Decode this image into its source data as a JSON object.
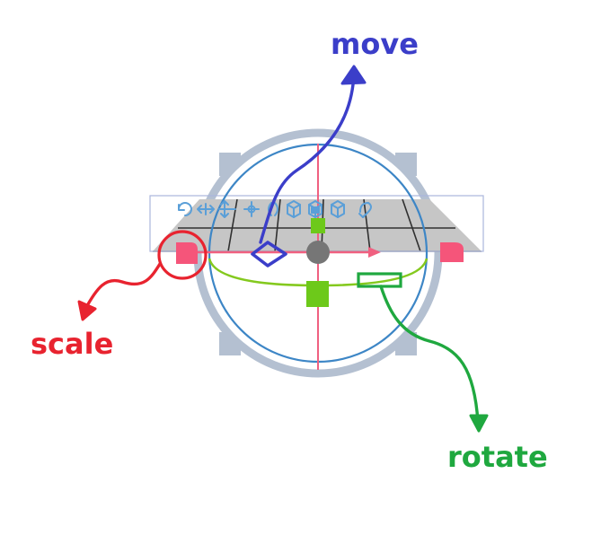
{
  "annotations": {
    "move": {
      "label": "move",
      "color": "#3b3ec9"
    },
    "scale": {
      "label": "scale",
      "color": "#e8232f"
    },
    "rotate": {
      "label": "rotate",
      "color": "#1fa83f"
    }
  },
  "colors": {
    "outer_ring": "#b4c0d1",
    "inner_ring": "#3d86c6",
    "ground_plane": "#c6c6c6",
    "grid_lines": "#303030",
    "axis_x": "#f06080",
    "axis_y": "#f06080",
    "equator": "#84c91e",
    "handle_green": "#6dc91a",
    "center_knob": "#767676",
    "toolbar_icons": "#5a9fd8"
  },
  "toolbar": {
    "icons": [
      "rotate-handle-icon",
      "move-horizontal-icon",
      "move-vertical-icon",
      "move-all-icon",
      "move-depth-icon",
      "cube-top-icon",
      "cube-front-icon",
      "cube-side-icon",
      "undo-icon"
    ]
  }
}
